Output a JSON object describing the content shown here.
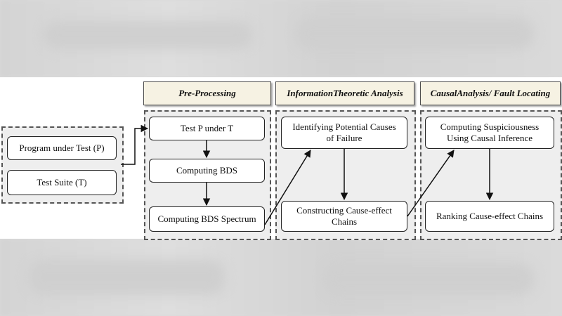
{
  "headers": {
    "pre_processing": "Pre-Processing",
    "information_theoretic": "InformationTheoretic Analysis",
    "causal_analysis": "CausalAnalysis/ Fault Locating"
  },
  "inputs": {
    "program": "Program under Test (P)",
    "test_suite": "Test Suite (T)"
  },
  "pre_processing": {
    "test_p_under_t": "Test P under T",
    "computing_bds": "Computing BDS",
    "computing_bds_spectrum": "Computing BDS Spectrum"
  },
  "information_theoretic": {
    "identifying_line1": "Identifying  Potential Causes",
    "identifying_line2": "of Failure",
    "constructing_line1": "Constructing Cause-effect",
    "constructing_line2": "Chains"
  },
  "causal_analysis": {
    "suspiciousness_line1": "Computing Suspiciousness",
    "suspiciousness_line2": "Using Causal Inference",
    "ranking": "Ranking Cause-effect Chains"
  }
}
